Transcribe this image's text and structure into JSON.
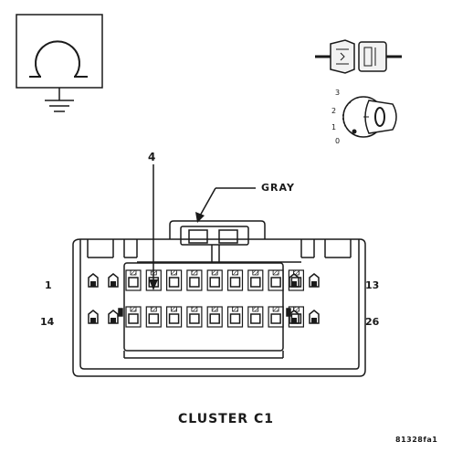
{
  "connector": {
    "caption": "CLUSTER C1",
    "color_label": "GRAY",
    "callout_pin": "4",
    "row1_first_pin": "1",
    "row1_last_pin": "13",
    "row2_first_pin": "14",
    "row2_last_pin": "26",
    "pins_per_row": 13
  },
  "symbols": {
    "ohmmeter_icon": "ohm-ground-symbol",
    "connector_pair_icon": "connector-halves-icon",
    "ignition_switch_icon": "ignition-key-icon",
    "ignition_positions": [
      "3",
      "2",
      "1",
      "0"
    ]
  },
  "figure_code": "81328fa1",
  "colors": {
    "ink": "#1a1a1a",
    "background": "#ffffff"
  }
}
